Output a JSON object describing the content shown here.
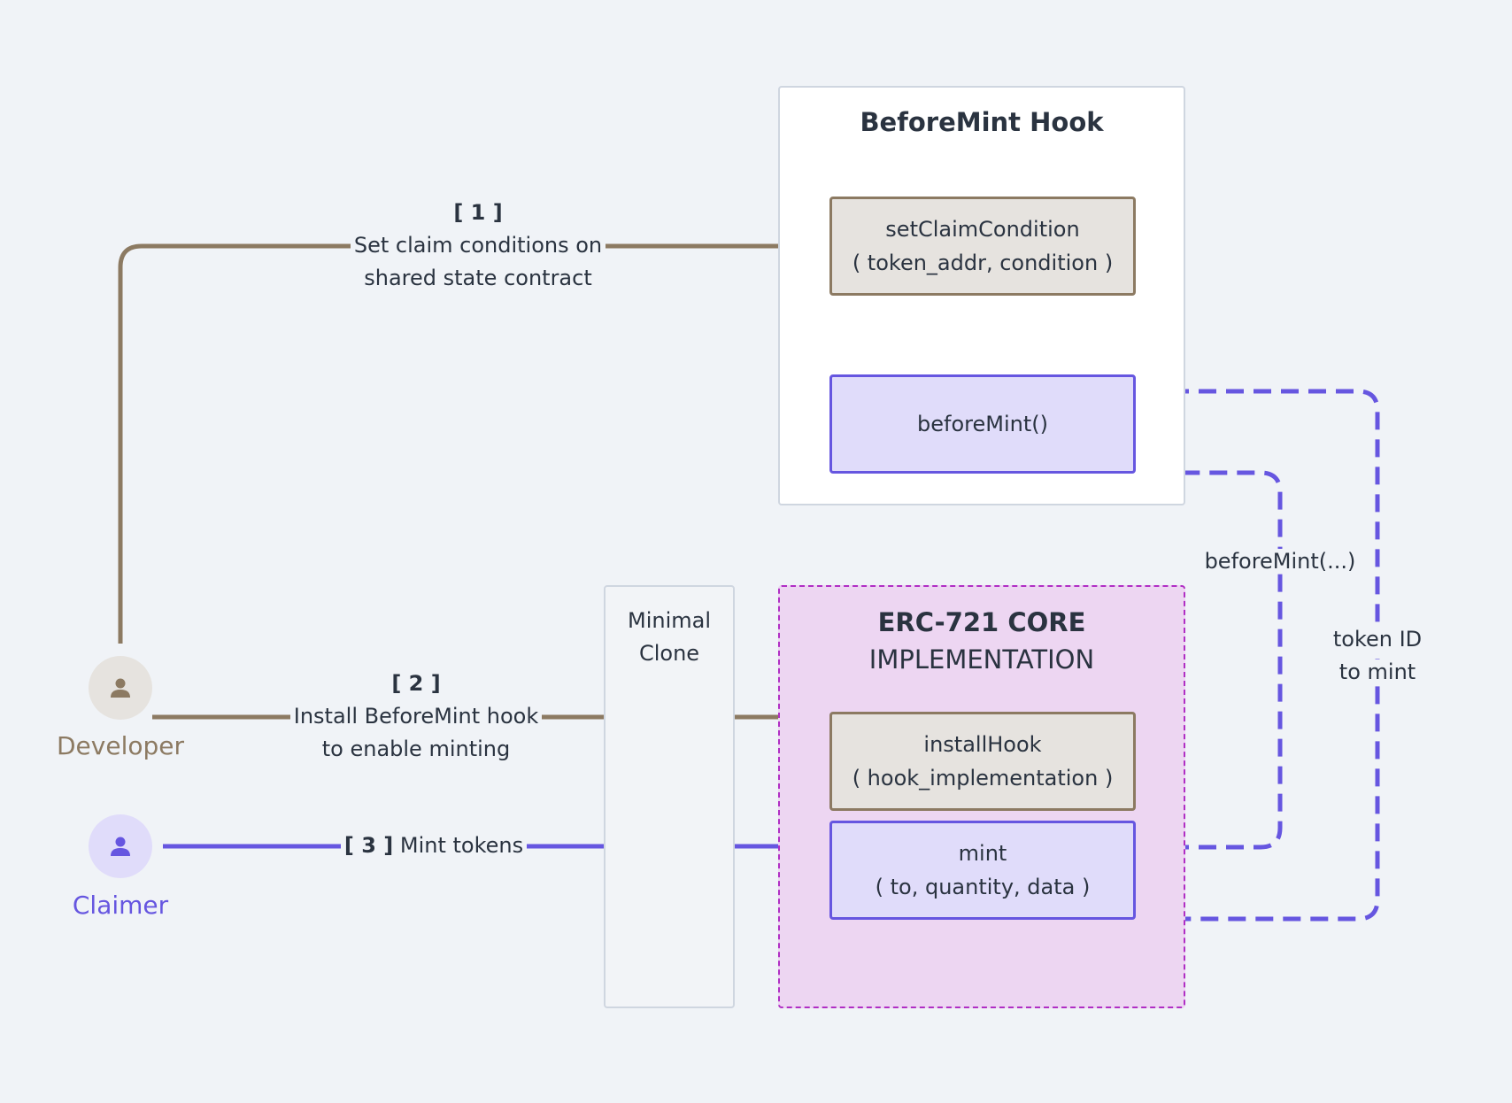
{
  "hook_panel": {
    "title": "BeforeMint Hook"
  },
  "set_claim_condition": {
    "name": "setClaimCondition",
    "args": "( token_addr, condition )"
  },
  "before_mint_fn": {
    "name": "beforeMint()"
  },
  "minimal_clone": {
    "line1": "Minimal",
    "line2": "Clone"
  },
  "core_panel": {
    "title_bold": "ERC-721 CORE",
    "title_regular": "IMPLEMENTATION"
  },
  "install_hook": {
    "name": "installHook",
    "args": "( hook_implementation )"
  },
  "mint_fn": {
    "name": "mint",
    "args": "( to, quantity, data )"
  },
  "actors": {
    "developer": {
      "name": "Developer",
      "icon": "person-icon",
      "color": "#8c7a62"
    },
    "claimer": {
      "name": "Claimer",
      "icon": "person-icon",
      "color": "#6656e0"
    }
  },
  "steps": {
    "step1": {
      "num": "[ 1 ]",
      "line1": "Set claim conditions on",
      "line2": "shared state contract"
    },
    "step2": {
      "num": "[ 2 ]",
      "line1": "Install BeforeMint hook",
      "line2": "to enable minting"
    },
    "step3": {
      "num": "[ 3 ]",
      "text": "Mint tokens"
    }
  },
  "callbacks": {
    "before_mint_call": "beforeMint(...)",
    "token_id_line1": "token ID",
    "token_id_line2": "to mint"
  }
}
